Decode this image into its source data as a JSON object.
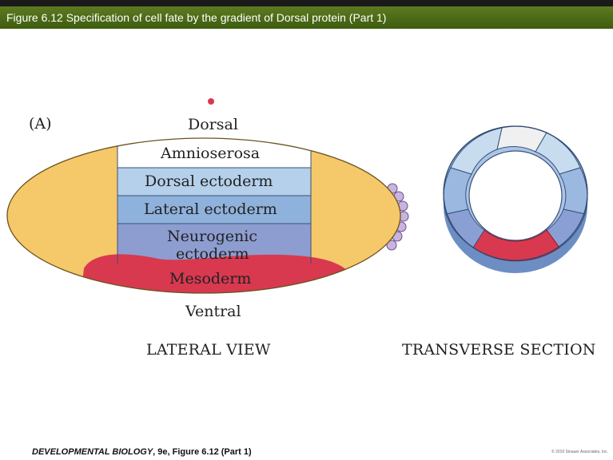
{
  "header": {
    "title": "Figure 6.12  Specification of cell fate by the gradient of Dorsal protein (Part 1)"
  },
  "panel": {
    "label": "(A)"
  },
  "lateral": {
    "dorsal": "Dorsal",
    "ventral": "Ventral",
    "layers": {
      "amnioserosa": "Amnioserosa",
      "dorsal_ectoderm": "Dorsal ectoderm",
      "lateral_ectoderm": "Lateral ectoderm",
      "neurogenic_line1": "Neurogenic",
      "neurogenic_line2": "ectoderm",
      "mesoderm": "Mesoderm"
    },
    "view_label": "LATERAL VIEW"
  },
  "transverse": {
    "view_label": "TRANSVERSE SECTION"
  },
  "footer": {
    "book": "DEVELOPMENTAL BIOLOGY",
    "edition": ", 9e, Figure 6.12 (Part 1)",
    "copyright": "© 2010 Sinauer Associates, Inc."
  },
  "colors": {
    "title_bar": "#4b6a16",
    "yolk": "#f5c86a",
    "amnioserosa": "#ffffff",
    "dorsal_ectoderm": "#b4d0ea",
    "lateral_ectoderm": "#8fb2dc",
    "neurogenic_ectoderm": "#8d9dd0",
    "mesoderm": "#d8394f",
    "pole_cells": "#c8b4de"
  }
}
